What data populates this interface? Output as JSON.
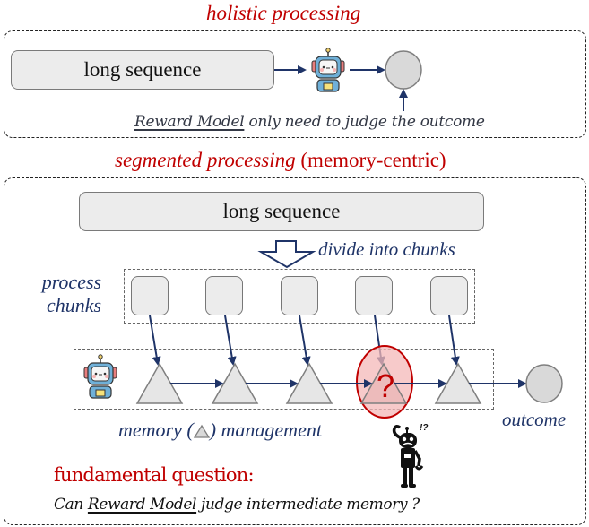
{
  "holistic": {
    "title": "holistic processing",
    "sequence_label": "long sequence",
    "caption_underlined": "Reward Model",
    "caption_rest": " only need to judge the outcome"
  },
  "segmented": {
    "title_italic": "segmented processing",
    "title_normal": " (memory-centric)",
    "sequence_label": "long sequence",
    "divide_label": "divide into chunks",
    "process_label_line1": "process",
    "process_label_line2": "chunks",
    "chunk_count": 5,
    "memory_label_before": "memory (",
    "memory_label_after": ") management",
    "outcome_label": "outcome",
    "question_mark": "?",
    "confused_mark": "!?",
    "question_heading": "fundamental question:",
    "question_prefix": "Can ",
    "question_underlined": "Reward Model",
    "question_rest": " judge intermediate memory ?"
  },
  "colors": {
    "accent_red": "#c00000",
    "navy": "#1f3468",
    "node_fill": "#e6e6e6",
    "highlight_fill": "#f4b8b8"
  }
}
